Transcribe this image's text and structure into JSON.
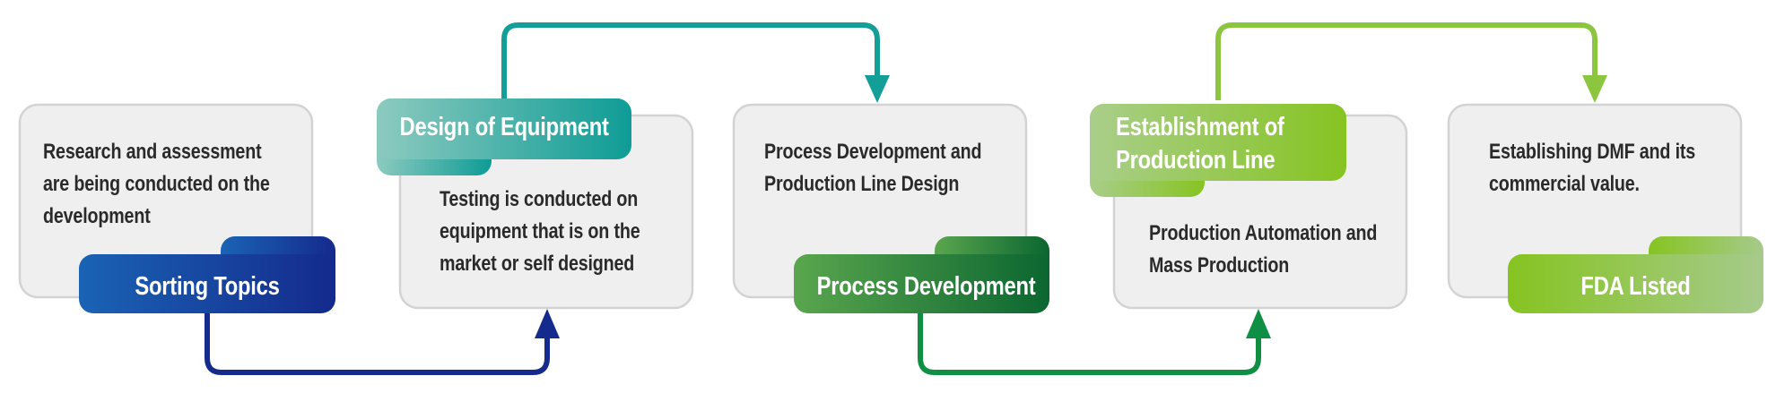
{
  "steps": [
    {
      "label": "Sorting Topics",
      "lines": [
        "Research and assessment",
        "are being conducted on the",
        "development"
      ],
      "gradient": [
        "#1a63b5",
        "#142a8c"
      ]
    },
    {
      "label": "Design of Equipment",
      "lines": [
        "Testing is conducted on",
        "equipment that is on the",
        "market or self designed"
      ],
      "gradient": [
        "#8ccabf",
        "#0e9c96"
      ]
    },
    {
      "label": "Process Development",
      "lines": [
        "Process Development and",
        "Production Line Design"
      ],
      "gradient": [
        "#5aa64e",
        "#0b6630"
      ]
    },
    {
      "label_lines": [
        "Establishment of",
        "Production Line"
      ],
      "lines": [
        "Production Automation and",
        "Mass Production"
      ],
      "gradient": [
        "#a9ce8a",
        "#86c421"
      ]
    },
    {
      "label": "FDA Listed",
      "lines": [
        "Establishing DMF and its",
        "commercial value."
      ],
      "gradient": [
        "#86c421",
        "#a6ca8c"
      ]
    }
  ],
  "connectors": [
    {
      "from": "Sorting Topics",
      "to": "Design of Equipment",
      "color": "#142a8c"
    },
    {
      "from": "Design of Equipment",
      "to": "Process Development",
      "color": "#139e98"
    },
    {
      "from": "Process Development",
      "to": "Establishment of Production Line",
      "color": "#0f8f44"
    },
    {
      "from": "Establishment of Production Line",
      "to": "FDA Listed",
      "color": "#8cc63f"
    }
  ],
  "colors": {
    "card_fill": "#efefef",
    "card_stroke": "#d3d3d3",
    "body_text": "#2a2a2a",
    "tag_text": "#ffffff"
  }
}
